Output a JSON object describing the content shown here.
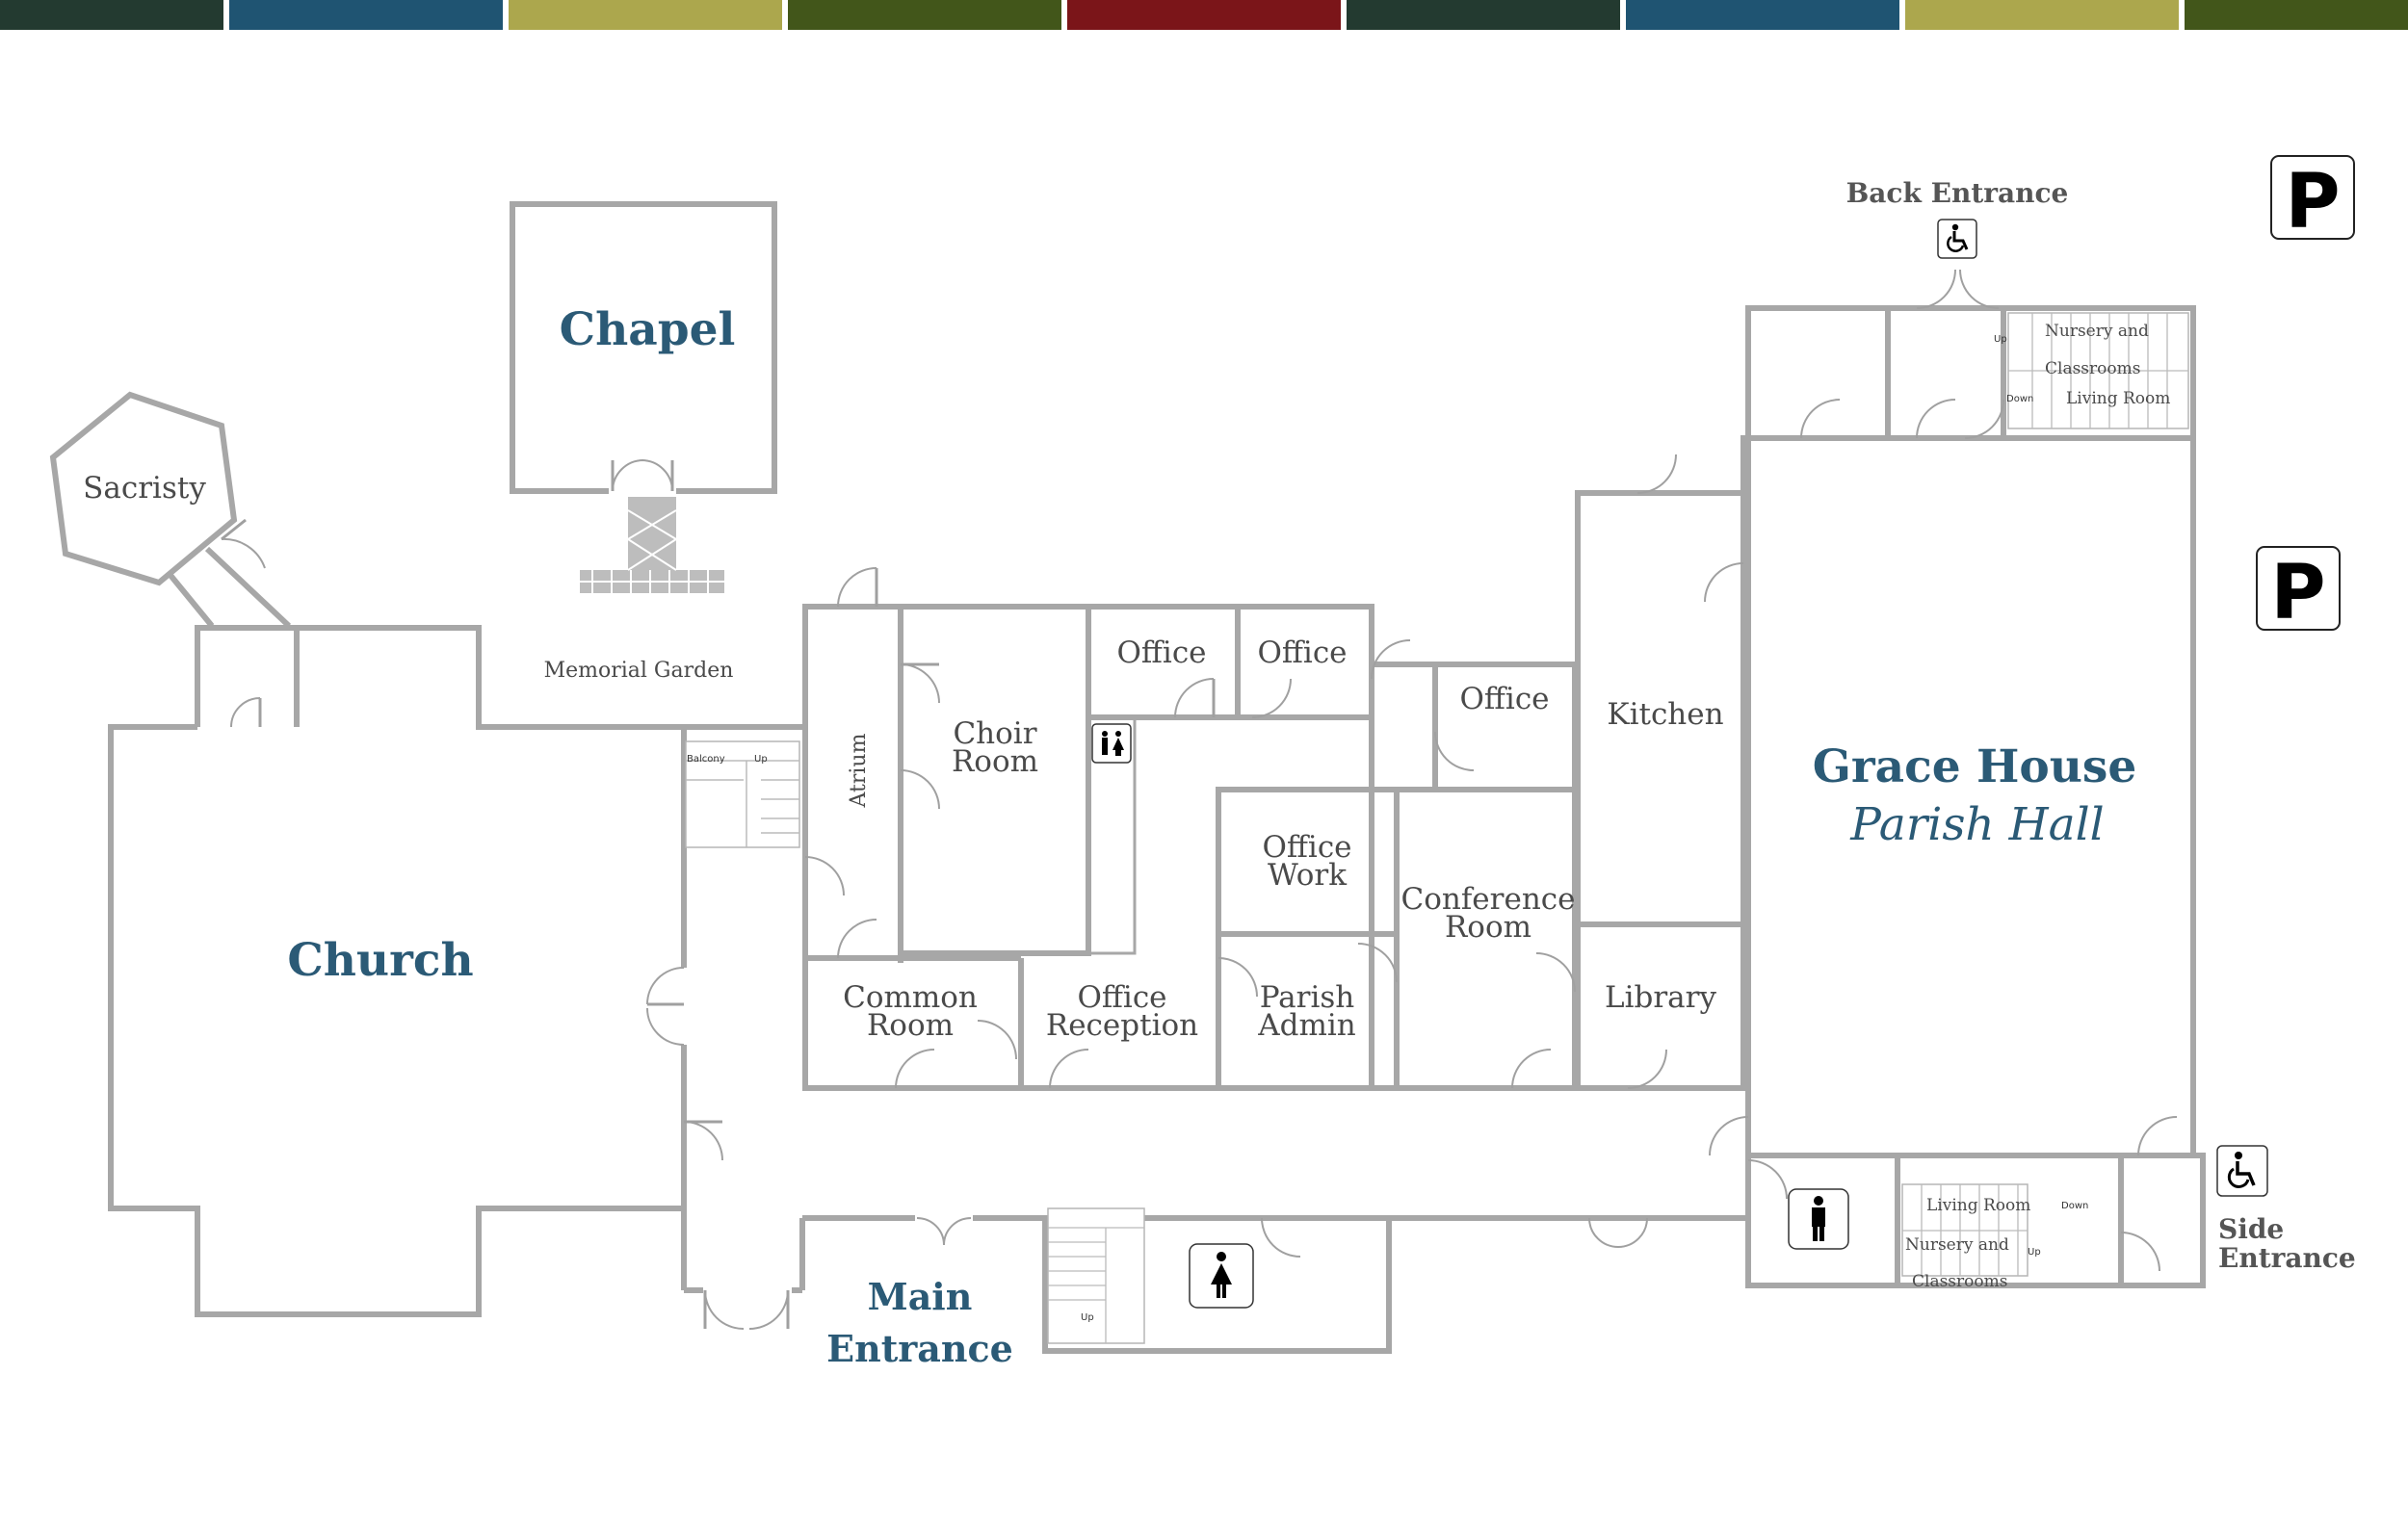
{
  "colors": {
    "stripes": [
      "#233a30",
      "#1f5472",
      "#aca74d",
      "#42561a",
      "#7b1519",
      "#233a30",
      "#1f5472",
      "#aca74d",
      "#42561a"
    ],
    "accent": "#2b5a76",
    "wall": "#a7a7a7",
    "text": "#4a4a4a"
  },
  "buildings": {
    "chapel": "Chapel",
    "church": "Church",
    "grace_house": "Grace House",
    "parish_hall": "Parish Hall"
  },
  "rooms": {
    "sacristy": "Sacristy",
    "memorial_garden": "Memorial Garden",
    "atrium": "Atrium",
    "choir_room_1": "Choir",
    "choir_room_2": "Room",
    "office_1": "Office",
    "office_2": "Office",
    "office_3": "Office",
    "office_work_1": "Office",
    "office_work_2": "Work",
    "conference_1": "Conference",
    "conference_2": "Room",
    "kitchen": "Kitchen",
    "library": "Library",
    "common_room_1": "Common",
    "common_room_2": "Room",
    "office_reception_1": "Office",
    "office_reception_2": "Reception",
    "parish_admin_1": "Parish",
    "parish_admin_2": "Admin"
  },
  "entrances": {
    "main_1": "Main",
    "main_2": "Entrance",
    "back": "Back Entrance",
    "side_1": "Side",
    "side_2": "Entrance"
  },
  "stairs": {
    "balcony": "Balcony",
    "up": "Up",
    "down": "Down",
    "nursery_1": "Nursery and",
    "nursery_2": "Classrooms",
    "living_room": "Living Room"
  },
  "icons": {
    "parking": "P",
    "wheelchair": "wheelchair-icon",
    "restroom": "restroom-icon",
    "womens": "womens-restroom-icon",
    "mens": "mens-restroom-icon"
  }
}
